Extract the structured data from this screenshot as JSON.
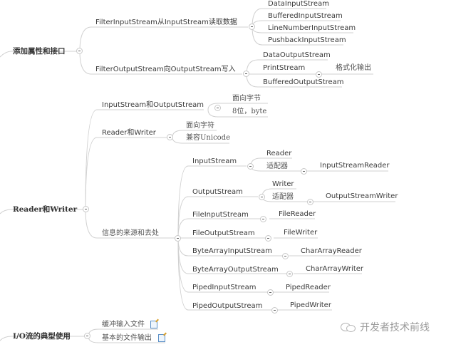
{
  "mindmap": {
    "branches": [
      {
        "label": "添加属性和接口",
        "children": [
          {
            "label": "FilterInputStream从InputStream读取数据",
            "children": [
              "DataInputStream",
              "BufferedInputStream",
              "LineNumberInputStream",
              "PushbackInputStream"
            ]
          },
          {
            "label": "FilterOutputStream向OutputStream写入",
            "children": [
              "DataOutputStream",
              "PrintStream",
              "BufferedOutputStream"
            ],
            "printstream_child": "格式化输出"
          }
        ]
      },
      {
        "label": "Reader和Writer",
        "children": [
          {
            "label": "InputStream和OutputStream",
            "children": [
              "面向字节",
              "8位，byte"
            ]
          },
          {
            "label": "Reader和Writer",
            "children": [
              "面向字符",
              "兼容Unicode"
            ]
          },
          {
            "label": "信息的来源和去处",
            "rows": [
              {
                "left": "InputStream",
                "sub": [
                  "Reader",
                  "适配器"
                ],
                "right": "InputStreamReader"
              },
              {
                "left": "OutputStream",
                "sub": [
                  "Writer",
                  "适配器"
                ],
                "right": "OutputStreamWriter"
              },
              {
                "left": "FileInputStream",
                "right": "FileReader"
              },
              {
                "left": "FileOutputStream",
                "right": "FileWriter"
              },
              {
                "left": "ByteArrayInputStream",
                "right": "CharArrayReader"
              },
              {
                "left": "ByteArrayOutputStream",
                "right": "CharArrayWriter"
              },
              {
                "left": "PipedInputStream",
                "right": "PipedReader"
              },
              {
                "left": "PipedOutputStream",
                "right": "PipedWriter"
              }
            ]
          }
        ]
      },
      {
        "label": "I/O流的典型使用",
        "children": [
          "缓冲输入文件",
          "基本的文件输出"
        ]
      }
    ]
  },
  "watermark": "开发者技术前线",
  "colors": {
    "line": "#cfcfcf",
    "text": "#3a3a3a",
    "watermark": "#9a9a9a"
  }
}
